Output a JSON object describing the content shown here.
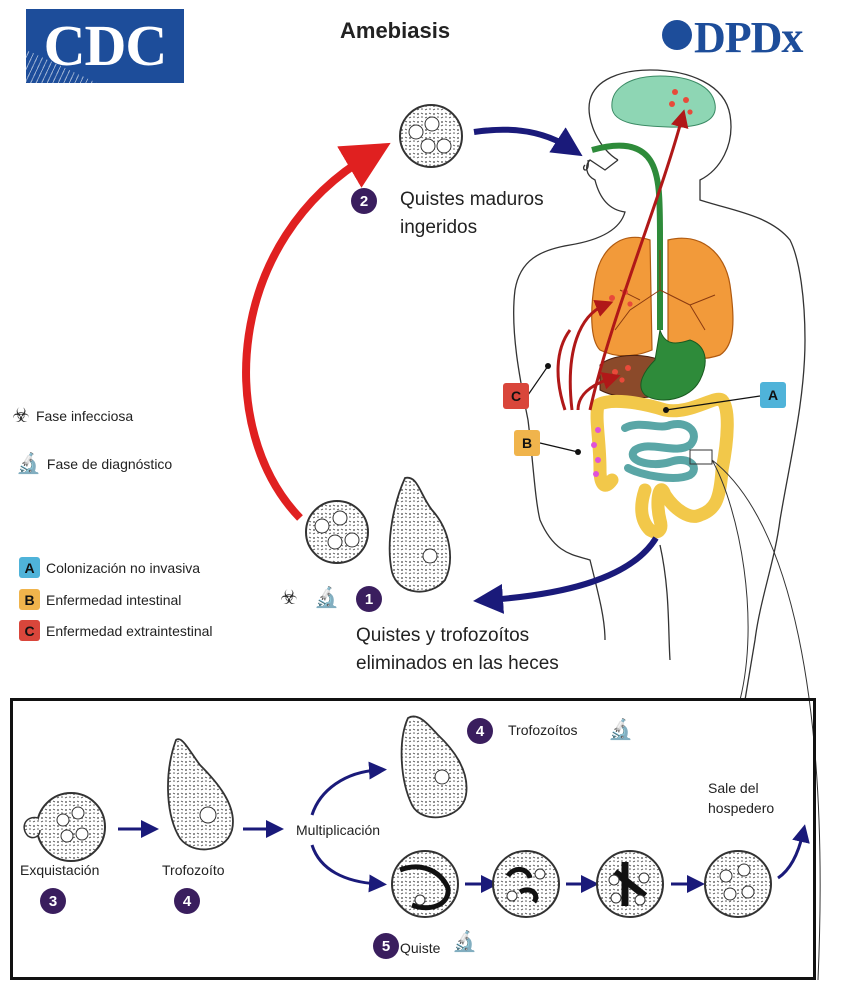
{
  "header": {
    "title": "Amebiasis",
    "cdc_logo_text": "CDC",
    "dpdx_logo_text": "DPDx"
  },
  "legend": {
    "infectious_stage": "Fase infecciosa",
    "diagnostic_stage": "Fase de diagnóstico",
    "items": [
      {
        "code": "A",
        "label": "Colonización no invasiva",
        "color": "#4fb3d9"
      },
      {
        "code": "B",
        "label": "Enfermedad intestinal",
        "color": "#f0b44c"
      },
      {
        "code": "C",
        "label": "Enfermedad extraintestinal",
        "color": "#d9463b"
      }
    ]
  },
  "steps": {
    "s1": {
      "num": "1",
      "label": "Quistes y trofozoítos eliminados en las heces"
    },
    "s2": {
      "num": "2",
      "label": "Quistes maduros ingeridos"
    },
    "s3": {
      "num": "3",
      "label": "Exquistación"
    },
    "s4a": {
      "num": "4",
      "label": "Trofozoíto"
    },
    "s4b": {
      "num": "4",
      "label": "Trofozoítos"
    },
    "s5": {
      "num": "5",
      "label": "Quiste"
    }
  },
  "inset": {
    "multiplication": "Multiplicación",
    "leaves_host": "Sale del hospedero"
  },
  "callouts": {
    "a": "A",
    "b": "B",
    "c": "C"
  },
  "colors": {
    "red_arrow": "#e02020",
    "blue_arrow": "#1a1a7a",
    "brain": "#8ed6b4",
    "lungs": "#f29a3a",
    "stomach": "#2e8b3a",
    "liver": "#8b4a2a",
    "colon": "#f2c84a",
    "small_intestine": "#5aa6a6",
    "step_badge": "#3a1e5e"
  }
}
